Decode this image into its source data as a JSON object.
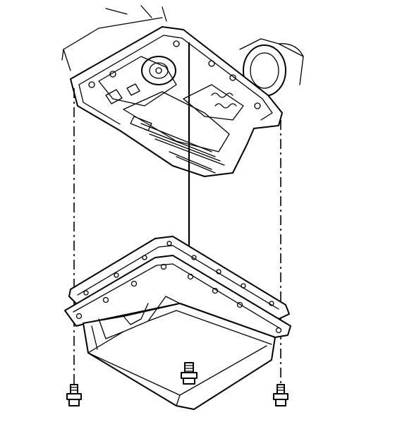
{
  "figure": {
    "parts": [
      {
        "name": "transmission-case",
        "icon": "transmission-case-icon"
      },
      {
        "name": "oil-pan",
        "icon": "oil-pan-icon"
      },
      {
        "name": "pan-gasket",
        "icon": "gasket-icon"
      },
      {
        "name": "pan-bolt",
        "icon": "bolt-icon",
        "count": 3
      }
    ],
    "colors": {
      "ink": "#000000",
      "paper": "#ffffff"
    }
  }
}
